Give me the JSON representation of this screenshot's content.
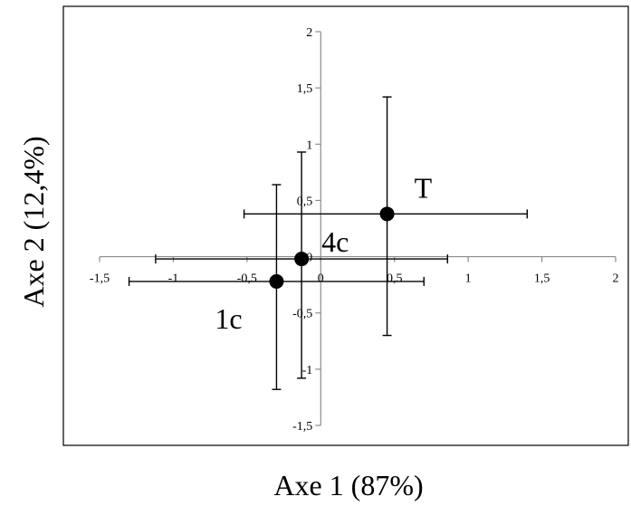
{
  "chart_data": {
    "type": "scatter",
    "xlabel": "Axe 1 (87%)",
    "ylabel": "Axe 2 (12,4%)",
    "xlim": [
      -1.5,
      2
    ],
    "ylim": [
      -1.5,
      2
    ],
    "xticks": [
      "-1,5",
      "-1",
      "-0,5",
      "0",
      "0,5",
      "1",
      "1,5",
      "2"
    ],
    "xtick_values": [
      -1.5,
      -1,
      -0.5,
      0,
      0.5,
      1,
      1.5,
      2
    ],
    "yticks": [
      "-1,5",
      "-1",
      "-0,5",
      "0",
      "0,5",
      "1",
      "1,5",
      "2"
    ],
    "ytick_values": [
      -1.5,
      -1,
      -0.5,
      0,
      0.5,
      1,
      1.5,
      2
    ],
    "grid": false,
    "points": [
      {
        "label": "T",
        "x": 0.45,
        "y": 0.38,
        "xerr": [
          -0.52,
          1.4
        ],
        "yerr": [
          -0.7,
          1.42
        ]
      },
      {
        "label": "4c",
        "x": -0.13,
        "y": -0.02,
        "xerr": [
          -1.12,
          0.86
        ],
        "yerr": [
          -1.08,
          0.93
        ]
      },
      {
        "label": "1c",
        "x": -0.3,
        "y": -0.22,
        "xerr": [
          -1.3,
          0.7
        ],
        "yerr": [
          -1.18,
          0.64
        ]
      }
    ]
  }
}
